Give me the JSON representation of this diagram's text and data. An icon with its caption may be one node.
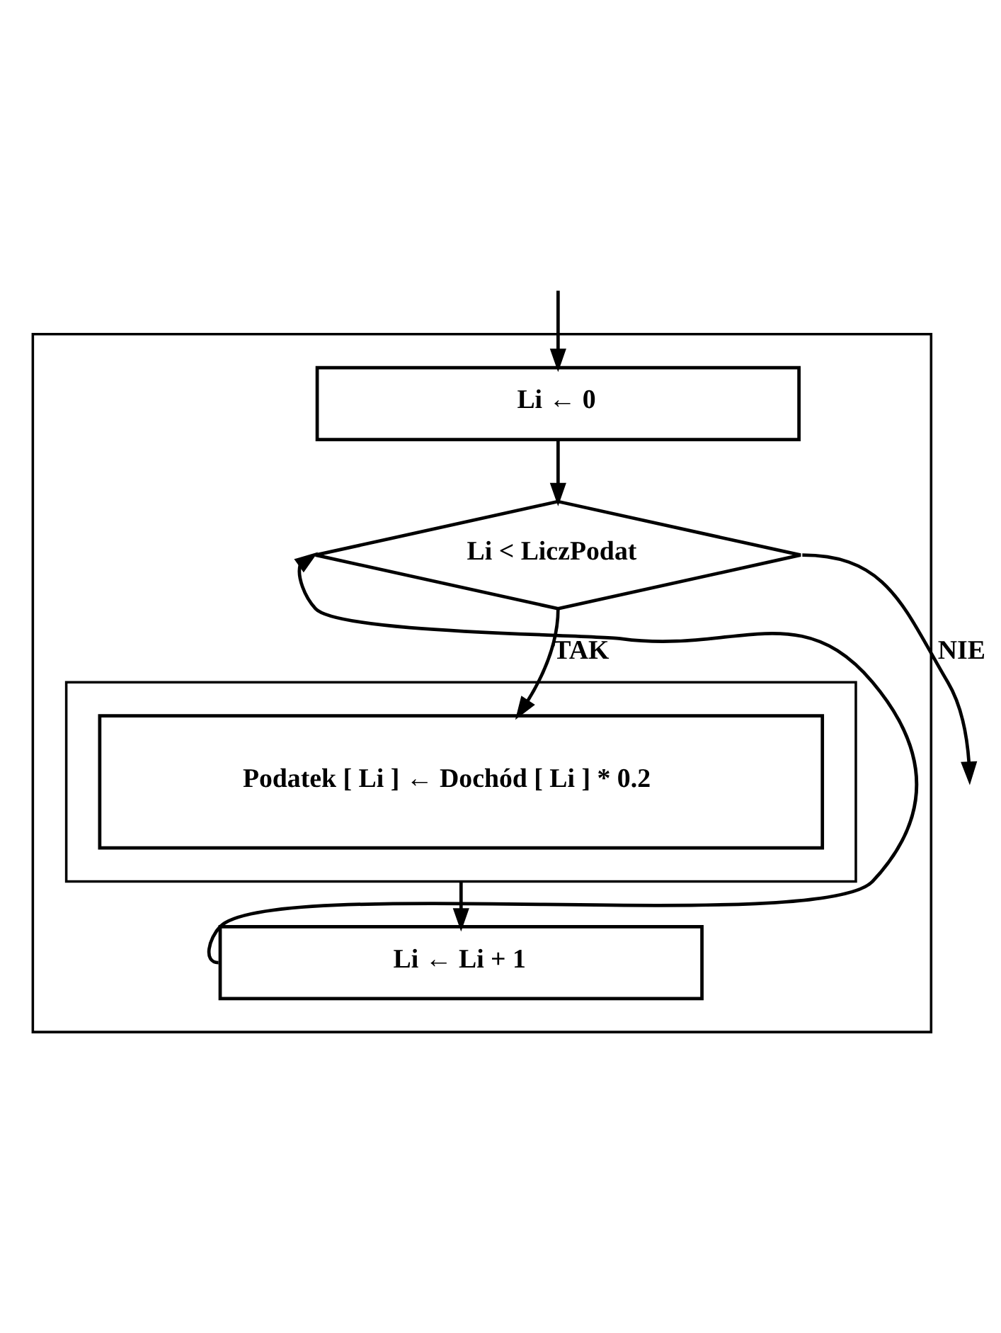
{
  "diagram": {
    "nodes": [
      {
        "text": [],
        "shape": "box"
      },
      {
        "text": [
          "Li ← 0"
        ],
        "in": 0
      },
      {
        "text": [
          "Li < LiczPodat"
        ],
        "in": 0
      },
      {
        "text": [],
        "shape": "box",
        "in": 0
      },
      {
        "text": [
          "Podatek [ Li ] ← Dochód [ Li ] * 0.2"
        ],
        "in": 3
      },
      {
        "text": [
          "Li ← Li + 1"
        ],
        "in": 0
      }
    ],
    "edges": [
      {
        "from": null,
        "to": 1,
        "arrow": "to"
      },
      {
        "from": 1,
        "to": 2,
        "arrow": "to"
      },
      {
        "from": 2,
        "to": 4,
        "arrow": "to",
        "label": "TAK"
      },
      {
        "from": 3,
        "to": 5,
        "arrow": "to"
      },
      {
        "from": 5,
        "to": 2,
        "arrow": "to"
      },
      {
        "from": 2,
        "to": null,
        "arrow": "to",
        "label": "NIE"
      }
    ]
  }
}
